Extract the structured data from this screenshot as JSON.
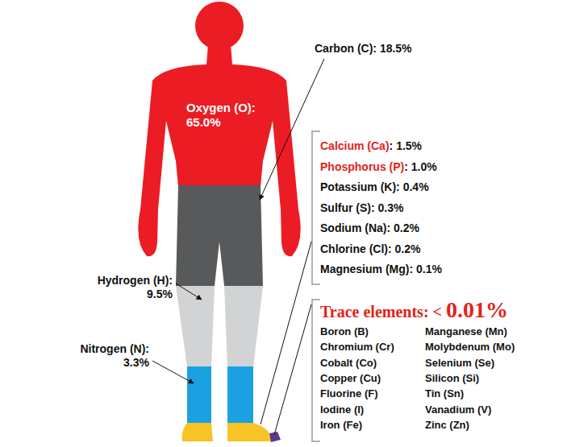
{
  "diagram": {
    "labels": [
      "Carbon (C): 18.5%",
      "Oxygen (O): 65.0%",
      "Calcium (Ca)",
      ": 1.5%",
      "Phosphorus (P)",
      ": 1.0%",
      "Potassium (K): 0.4%",
      "Sulfur (S): 0.3%",
      "Sodium (Na): 0.2%",
      "Chlorine (Cl): 0.2%",
      "Magnesium (Mg): 0.1%",
      "Hydrogen (H): 9.5%",
      "Trace elements: <",
      "0.01%",
      "Boron (B)",
      "Chromium (Cr)",
      "Cobalt (Co)",
      "Copper (Cu)",
      "Fluorine (F)",
      "Iodine (I)",
      "Iron (Fe)",
      "Manganese (Mn)",
      "Molybdenum (Mo)",
      "Selenium (Se)",
      "Silicon (Si)",
      "Tin (Sn)",
      "Vanadium (V)",
      "Zinc (Zn)",
      "Nitrogen (N): 3.3%"
    ]
  }
}
